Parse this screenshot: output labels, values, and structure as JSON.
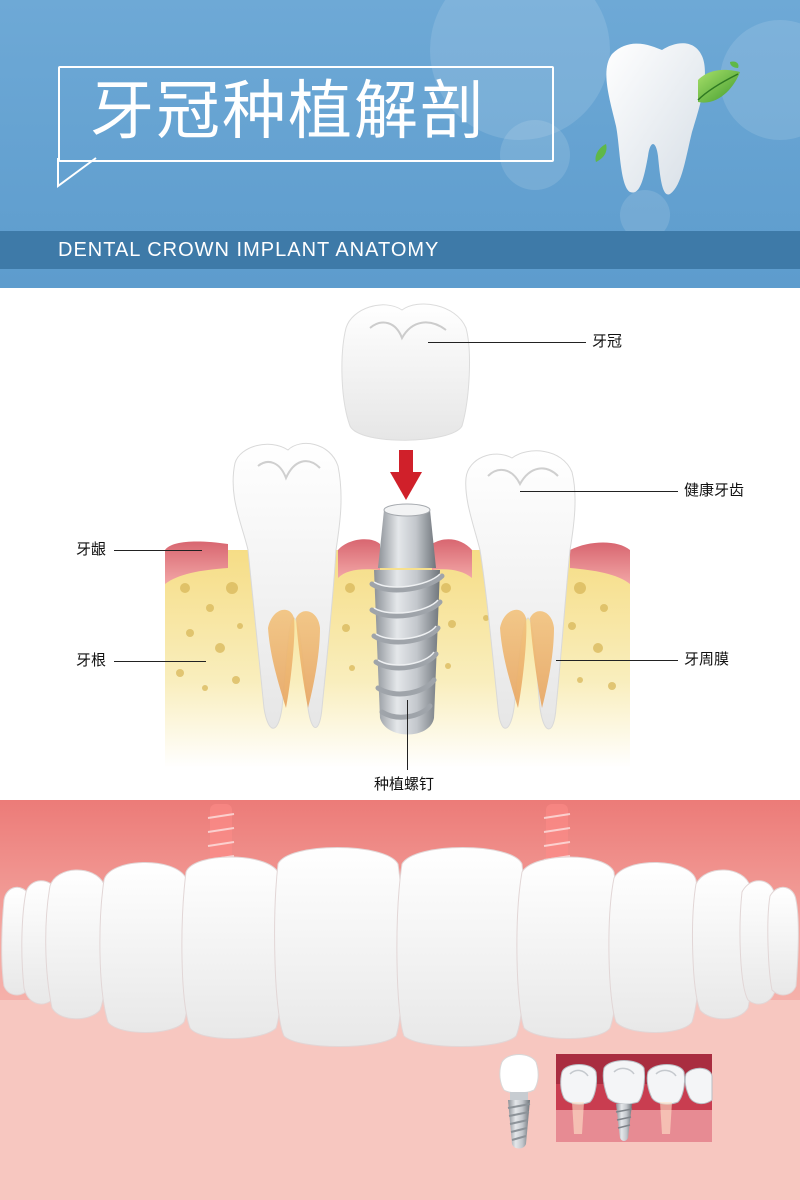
{
  "header": {
    "title": "牙冠种植解剖",
    "subtitle": "DENTAL  CROWN  IMPLANT  ANATOMY"
  },
  "labels": {
    "crown": "牙冠",
    "healthy_tooth": "健康牙齿",
    "gum": "牙龈",
    "root": "牙根",
    "periodontal": "牙周膜",
    "implant_screw": "种植螺钉"
  },
  "icons": [
    "tooth-leaf-icon",
    "down-arrow-icon"
  ],
  "colors": {
    "header_blue": "#6ea9d6",
    "subtitle_bar": "#3e7aa8",
    "gum_pink": "#e88a90",
    "bone_yellow": "#f3d98a",
    "arrow_red": "#d0202a"
  }
}
